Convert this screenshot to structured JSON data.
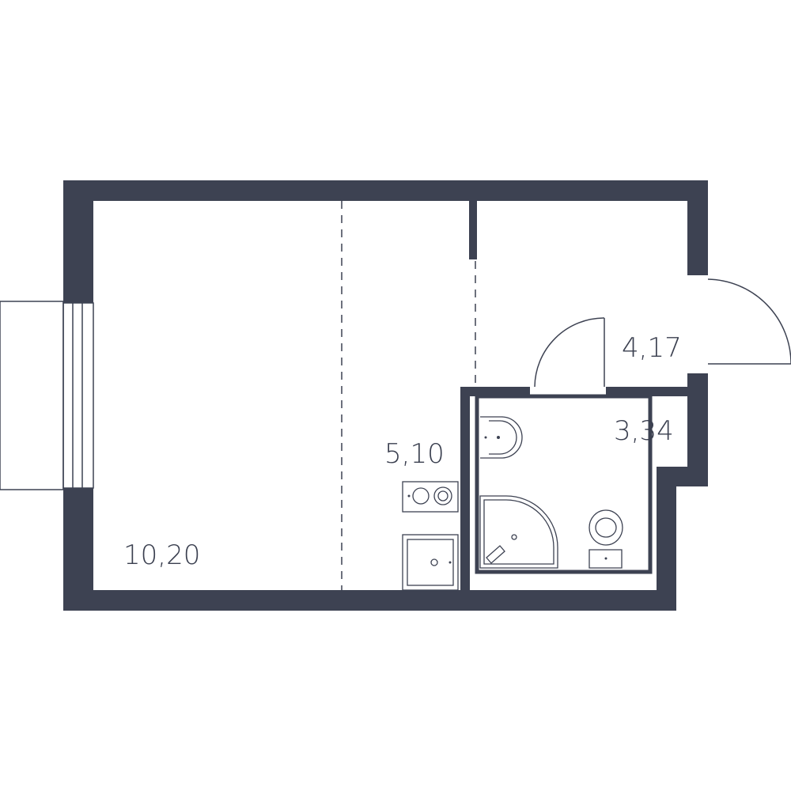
{
  "floor_plan": {
    "rooms": [
      {
        "id": "living-room",
        "area": "10,20"
      },
      {
        "id": "kitchen",
        "area": "5,10"
      },
      {
        "id": "hallway",
        "area": "4,17"
      },
      {
        "id": "bathroom",
        "area": "3,34"
      }
    ],
    "colors": {
      "wall": "#3d4252",
      "background": "#ffffff"
    },
    "icons": [
      "stove-icon",
      "sink-icon",
      "washbasin-icon",
      "shower-icon",
      "toilet-icon"
    ]
  }
}
